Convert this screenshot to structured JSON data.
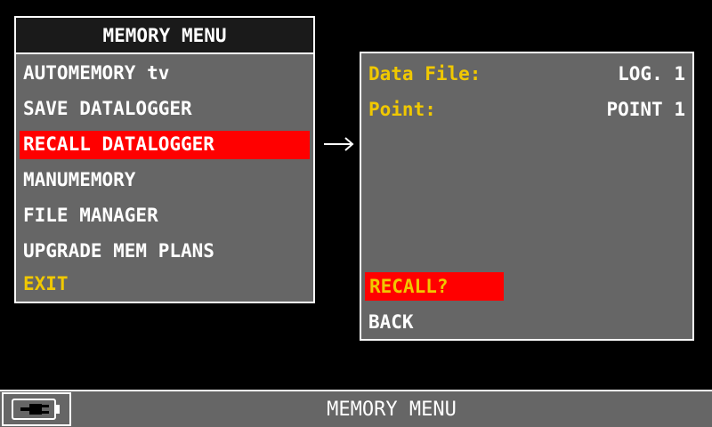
{
  "menu": {
    "title": "MEMORY MENU",
    "items": [
      {
        "label": "AUTOMEMORY tv"
      },
      {
        "label": "SAVE DATALOGGER"
      },
      {
        "label": "RECALL DATALOGGER"
      },
      {
        "label": "MANUMEMORY"
      },
      {
        "label": "FILE MANAGER"
      },
      {
        "label": "UPGRADE MEM PLANS"
      },
      {
        "label": "EXIT"
      }
    ],
    "selected_index": 2
  },
  "detail": {
    "data_file_label": "Data File:",
    "data_file_value": "LOG. 1",
    "point_label": "Point:",
    "point_value": "POINT 1",
    "recall_label": "RECALL?",
    "back_label": "BACK"
  },
  "status_bar": {
    "title": "MEMORY MENU",
    "icon": "battery-plug-icon"
  },
  "colors": {
    "background": "#000000",
    "panel": "#666666",
    "highlight": "#ff0000",
    "accent_text": "#f0c800",
    "text": "#ffffff"
  }
}
